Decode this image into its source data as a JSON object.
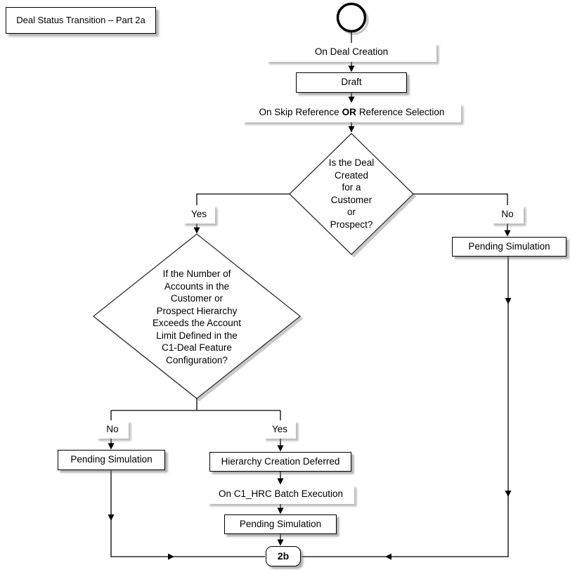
{
  "title": "Deal Status Transition – Part 2a",
  "events": {
    "on_deal_creation": "On Deal Creation",
    "skip_reference_pre": "On Skip Reference",
    "skip_reference_or": "OR",
    "skip_reference_post": "Reference Selection",
    "on_c1_hrc_batch_execution": "On C1_HRC Batch Execution"
  },
  "states": {
    "draft": "Draft",
    "pending_simulation_right": "Pending Simulation",
    "pending_simulation_left": "Pending Simulation",
    "hierarchy_creation_deferred": "Hierarchy Creation Deferred",
    "pending_simulation_middle": "Pending Simulation",
    "connector_2b": "2b"
  },
  "decisions": {
    "is_deal_for_customer_or_prospect": "Is the Deal\nCreated\nfor a\nCustomer\nor\nProspect?",
    "accounts_exceed_limit": "If the Number of\nAccounts in the\nCustomer or\nProspect Hierarchy\nExceeds the Account\nLimit Defined in the\nC1-Deal Feature\nConfiguration?"
  },
  "branches": {
    "customer_prospect_yes": "Yes",
    "customer_prospect_no": "No",
    "account_limit_no": "No",
    "account_limit_yes": "Yes"
  },
  "colors": {
    "line": "#000000",
    "fill": "#ffffff",
    "shadow": "#c9c9c9"
  }
}
